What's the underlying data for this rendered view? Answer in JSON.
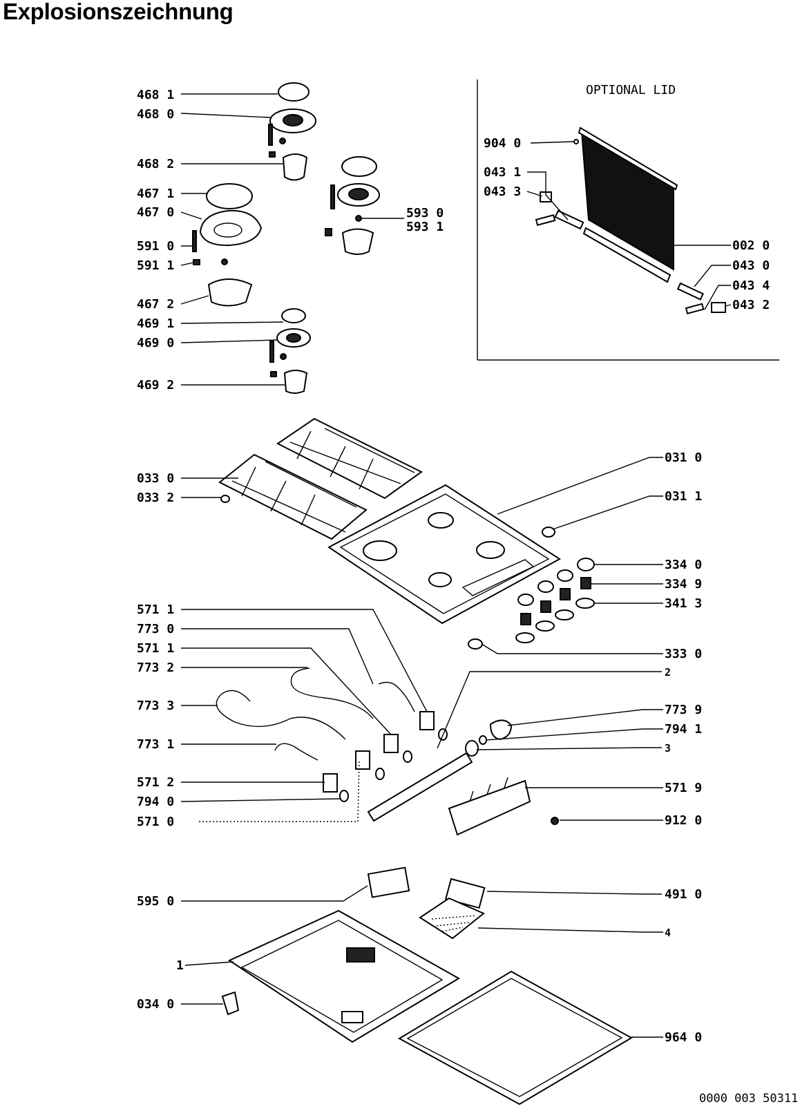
{
  "title": "Explosionszeichnung",
  "lid_title": "OPTIONAL LID",
  "footer_code": "0000 003 50311",
  "labels": [
    {
      "id": "l4681",
      "text": "468 1"
    },
    {
      "id": "l4680",
      "text": "468 0"
    },
    {
      "id": "l4682",
      "text": "468 2"
    },
    {
      "id": "l4671",
      "text": "467 1"
    },
    {
      "id": "l4670",
      "text": "467 0"
    },
    {
      "id": "l5910",
      "text": "591 0"
    },
    {
      "id": "l5911",
      "text": "591 1"
    },
    {
      "id": "l4672",
      "text": "467 2"
    },
    {
      "id": "l4691",
      "text": "469 1"
    },
    {
      "id": "l4690",
      "text": "469 0"
    },
    {
      "id": "l4692",
      "text": "469 2"
    },
    {
      "id": "l5930",
      "text": "593 0"
    },
    {
      "id": "l5931",
      "text": "593 1"
    },
    {
      "id": "l9040",
      "text": "904 0"
    },
    {
      "id": "l0431",
      "text": "043 1"
    },
    {
      "id": "l0433",
      "text": "043 3"
    },
    {
      "id": "l0020",
      "text": "002 0"
    },
    {
      "id": "l0430",
      "text": "043 0"
    },
    {
      "id": "l0434",
      "text": "043 4"
    },
    {
      "id": "l0432",
      "text": "043 2"
    },
    {
      "id": "l0330",
      "text": "033 0"
    },
    {
      "id": "l0332",
      "text": "033 2"
    },
    {
      "id": "l0310",
      "text": "031 0"
    },
    {
      "id": "l0311",
      "text": "031 1"
    },
    {
      "id": "l3340",
      "text": "334 0"
    },
    {
      "id": "l3349",
      "text": "334 9"
    },
    {
      "id": "l3413",
      "text": "341 3"
    },
    {
      "id": "l3330",
      "text": "333 0"
    },
    {
      "id": "l5711a",
      "text": "571 1"
    },
    {
      "id": "l7730",
      "text": "773 0"
    },
    {
      "id": "l5711b",
      "text": "571 1"
    },
    {
      "id": "l7732",
      "text": "773 2"
    },
    {
      "id": "l7733",
      "text": "773 3"
    },
    {
      "id": "l7731",
      "text": "773 1"
    },
    {
      "id": "l5712",
      "text": "571 2"
    },
    {
      "id": "l7940",
      "text": "794 0"
    },
    {
      "id": "l5710",
      "text": "571 0"
    },
    {
      "id": "l2",
      "text": "2"
    },
    {
      "id": "l7739",
      "text": "773 9"
    },
    {
      "id": "l7941",
      "text": "794 1"
    },
    {
      "id": "l3",
      "text": "3"
    },
    {
      "id": "l5719",
      "text": "571 9"
    },
    {
      "id": "l9120",
      "text": "912 0"
    },
    {
      "id": "l5950",
      "text": "595 0"
    },
    {
      "id": "l4910",
      "text": "491 0"
    },
    {
      "id": "l4",
      "text": "4"
    },
    {
      "id": "l1",
      "text": "1"
    },
    {
      "id": "l0340",
      "text": "034 0"
    },
    {
      "id": "l9640",
      "text": "964 0"
    }
  ]
}
